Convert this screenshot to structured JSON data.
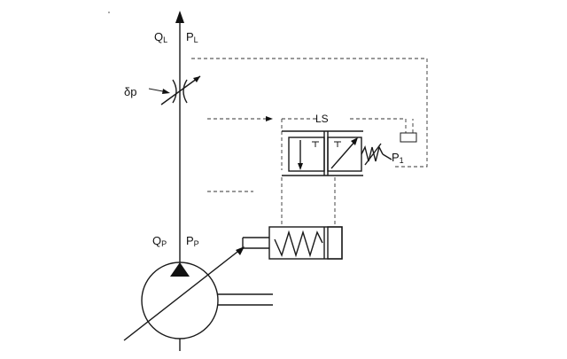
{
  "labels": {
    "ql": "Q",
    "ql_sub": "L",
    "pl": "P",
    "pl_sub": "L",
    "delta_p": "δp",
    "ls": "LS",
    "p1": "P",
    "p1_sub": "1",
    "qp": "Q",
    "qp_sub": "P",
    "pp": "P",
    "pp_sub": "P"
  }
}
